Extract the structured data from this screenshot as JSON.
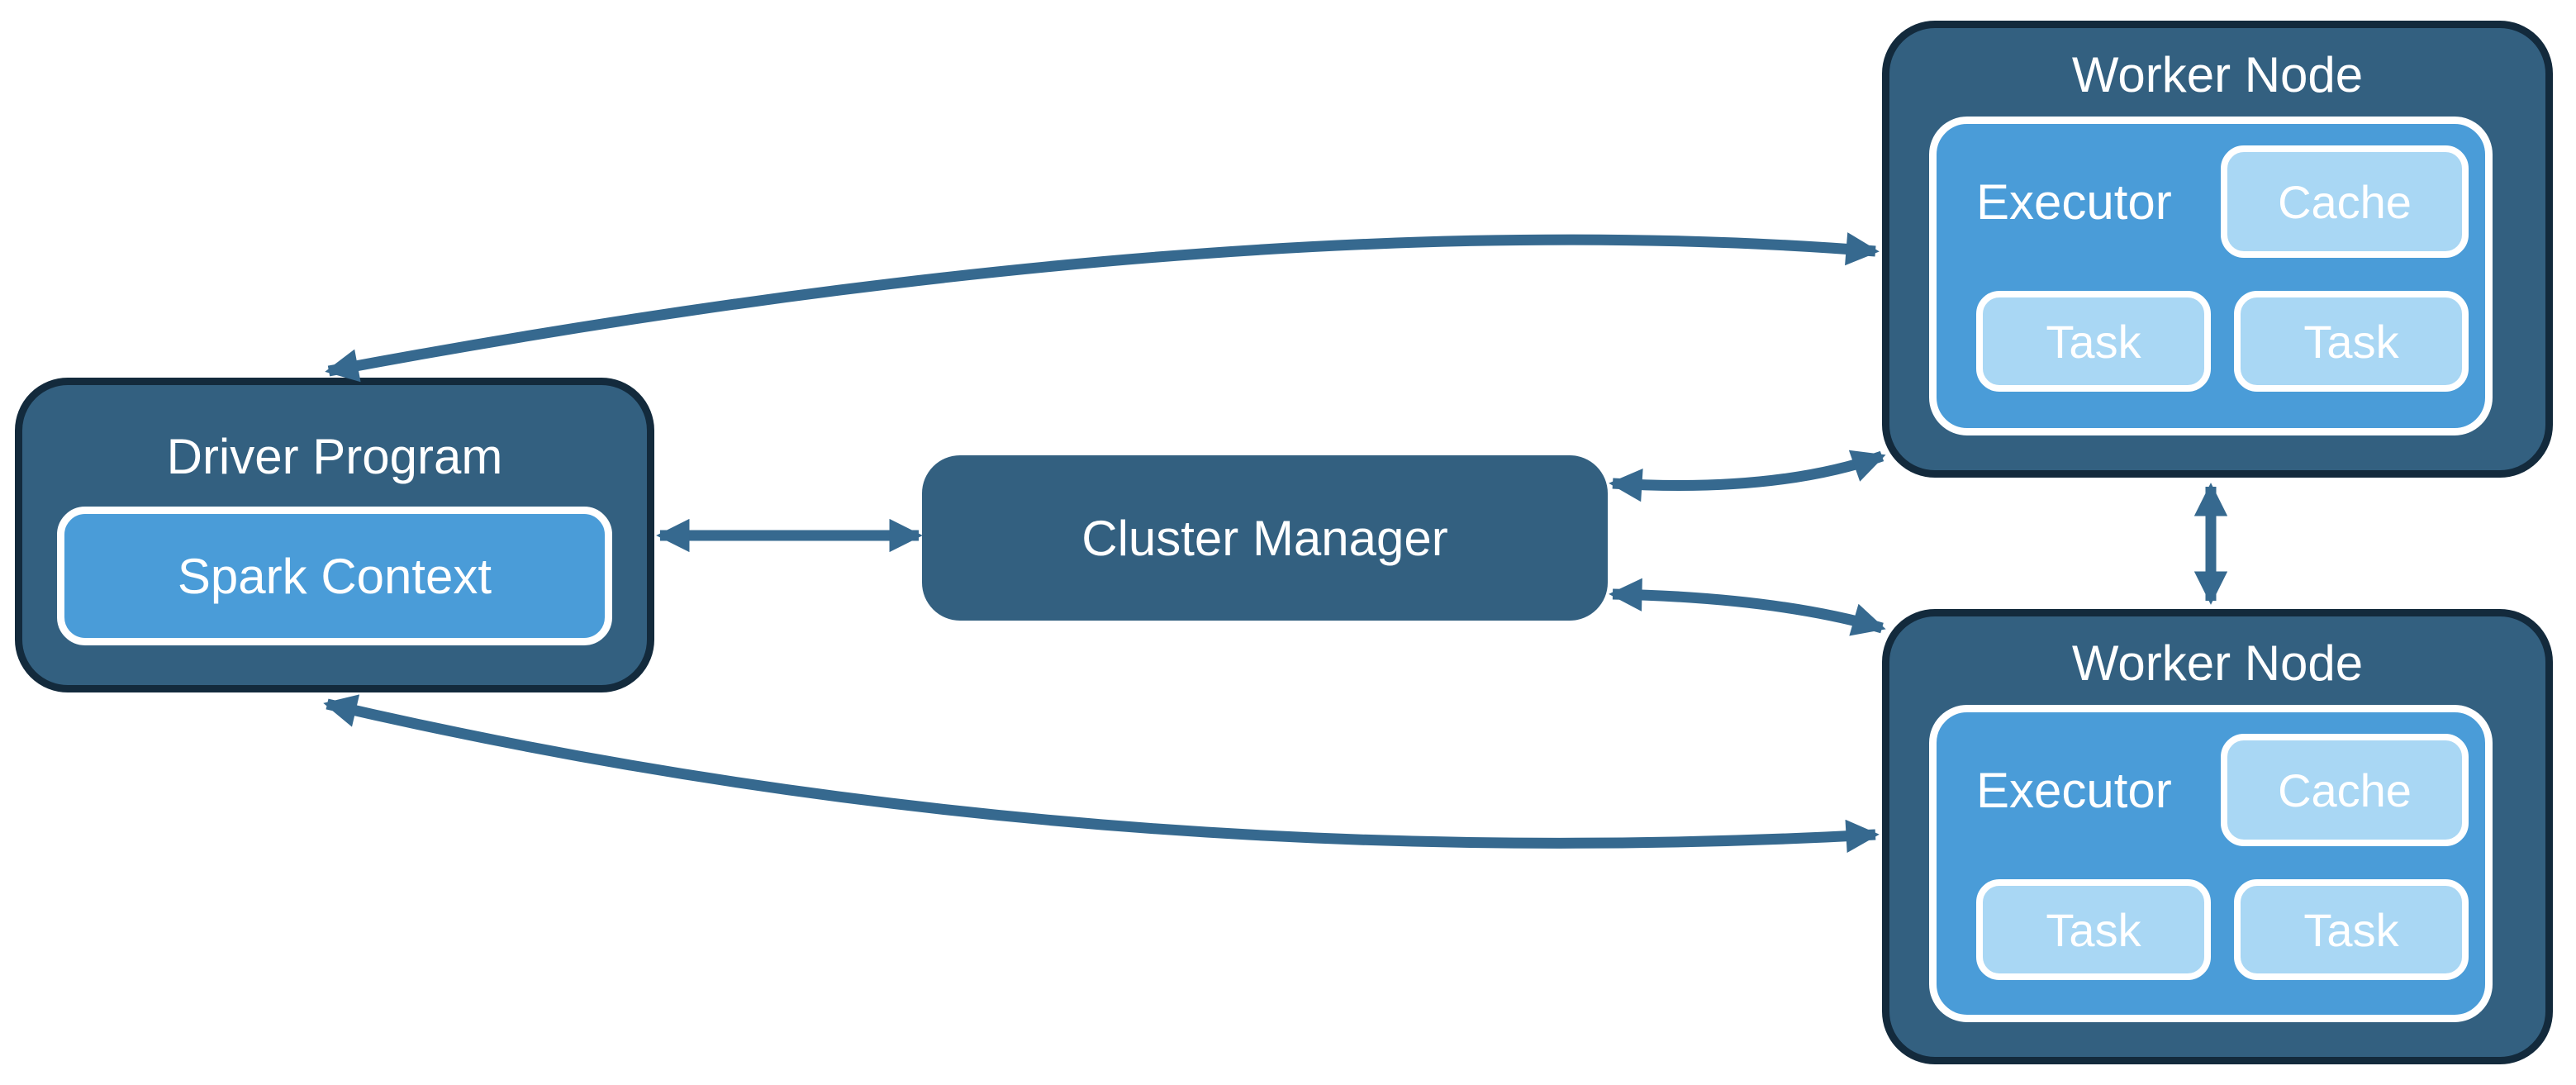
{
  "driver": {
    "title": "Driver Program",
    "spark_context": "Spark Context"
  },
  "cluster": {
    "title": "Cluster Manager"
  },
  "workers": [
    {
      "title": "Worker Node",
      "executor": {
        "label": "Executor",
        "cache": "Cache",
        "tasks": [
          "Task",
          "Task"
        ]
      }
    },
    {
      "title": "Worker Node",
      "executor": {
        "label": "Executor",
        "cache": "Cache",
        "tasks": [
          "Task",
          "Task"
        ]
      }
    }
  ],
  "edges": [
    {
      "from": "driver-program",
      "to": "worker-node-top",
      "style": "curved",
      "bidirectional": true
    },
    {
      "from": "driver-program",
      "to": "cluster-manager",
      "style": "straight",
      "bidirectional": true
    },
    {
      "from": "cluster-manager",
      "to": "worker-node-top",
      "style": "curved",
      "bidirectional": true
    },
    {
      "from": "cluster-manager",
      "to": "worker-node-bottom",
      "style": "curved",
      "bidirectional": true
    },
    {
      "from": "worker-node-top",
      "to": "worker-node-bottom",
      "style": "straight",
      "bidirectional": true
    },
    {
      "from": "driver-program",
      "to": "worker-node-bottom",
      "style": "curved",
      "bidirectional": true
    }
  ],
  "colors": {
    "node_dark": "#336080",
    "node_mid": "#4A9CD8",
    "node_light": "#A9D7F4",
    "node_border": "#132A3C",
    "arrow": "#36698F",
    "text": "#FFFFFF",
    "background": "#FFFFFF"
  }
}
